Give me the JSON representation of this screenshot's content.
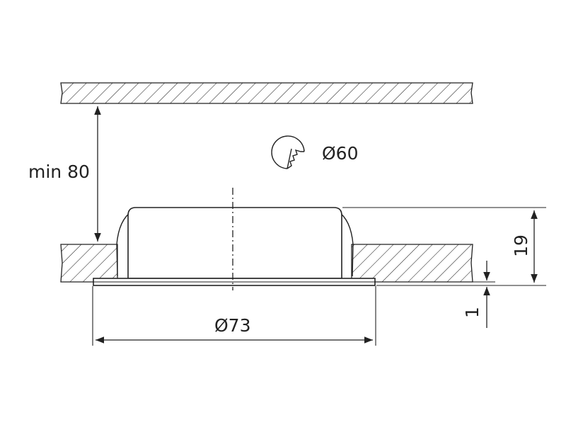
{
  "labels": {
    "min_clearance": "min 80",
    "cutout_diameter": "Ø60",
    "flange_diameter": "Ø73",
    "height": "19",
    "flange_thickness": "1"
  },
  "icons": {
    "cutout": "hole-saw-icon"
  },
  "colors": {
    "line": "#222222",
    "background": "#ffffff"
  }
}
